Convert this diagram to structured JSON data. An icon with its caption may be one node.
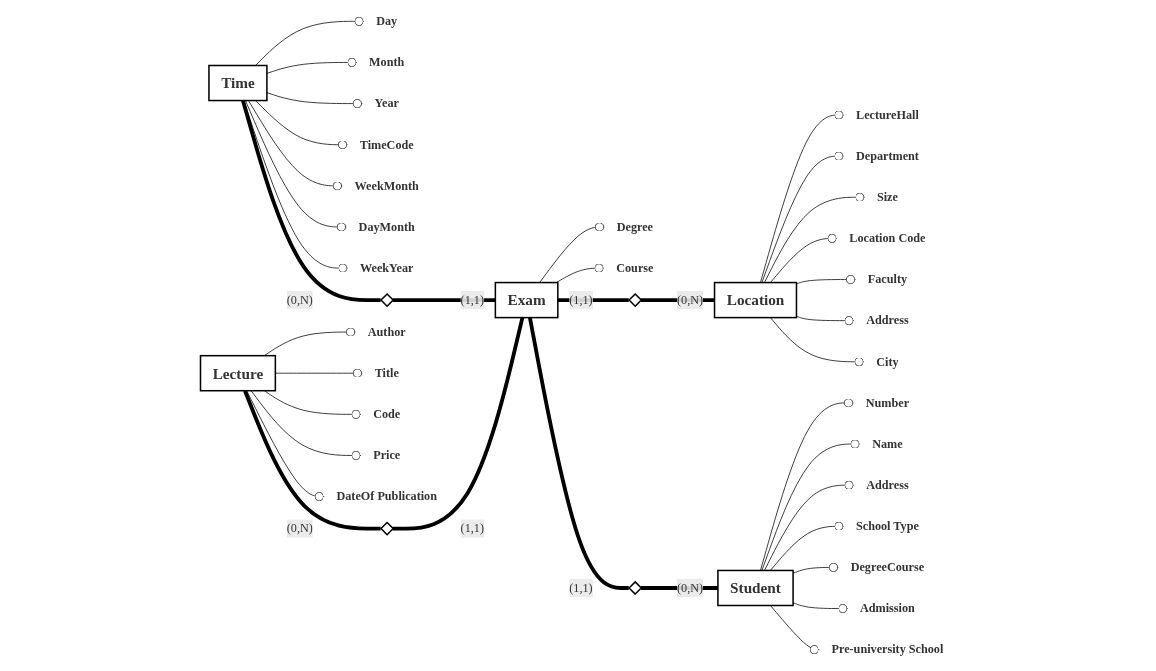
{
  "diagram": {
    "nodes": [
      {
        "text": [
          "Time"
        ]
      },
      {
        "text": [
          "Day"
        ]
      },
      {
        "text": [
          "Month"
        ]
      },
      {
        "text": [
          "Year"
        ]
      },
      {
        "text": [
          "TimeCode"
        ]
      },
      {
        "text": [
          "WeekMonth"
        ]
      },
      {
        "text": [
          "DayMonth"
        ]
      },
      {
        "text": [
          "WeekYear"
        ]
      },
      {
        "text": [],
        "shape": "diamond"
      },
      {
        "text": [
          "Lecture"
        ]
      },
      {
        "text": [
          "Author"
        ]
      },
      {
        "text": [
          "Title"
        ]
      },
      {
        "text": [
          "Code"
        ]
      },
      {
        "text": [
          "Price"
        ]
      },
      {
        "text": [
          "DateOf Publication"
        ]
      },
      {
        "text": [],
        "shape": "diamond"
      },
      {
        "text": [
          "Exam"
        ]
      },
      {
        "text": [
          "Degree"
        ]
      },
      {
        "text": [
          "Course"
        ]
      },
      {
        "text": [],
        "shape": "diamond"
      },
      {
        "text": [
          "Location"
        ]
      },
      {
        "text": [
          "LectureHall"
        ]
      },
      {
        "text": [
          "Department"
        ]
      },
      {
        "text": [
          "Size"
        ]
      },
      {
        "text": [
          "Location Code"
        ]
      },
      {
        "text": [
          "Faculty"
        ]
      },
      {
        "text": [
          "Address"
        ]
      },
      {
        "text": [
          "City"
        ]
      },
      {
        "text": [],
        "shape": "diamond"
      },
      {
        "text": [
          "Student"
        ]
      },
      {
        "text": [
          "Number"
        ]
      },
      {
        "text": [
          "Name"
        ]
      },
      {
        "text": [
          "Address"
        ]
      },
      {
        "text": [
          "School Type"
        ]
      },
      {
        "text": [
          "DegreeCourse"
        ]
      },
      {
        "text": [
          "Admission"
        ]
      },
      {
        "text": [
          "Pre-university School"
        ]
      }
    ],
    "edges": [
      {
        "from": 0,
        "to": 1,
        "arrow": "other"
      },
      {
        "from": 0,
        "to": 2,
        "arrow": "other"
      },
      {
        "from": 0,
        "to": 3,
        "arrow": "other"
      },
      {
        "from": 0,
        "to": 4,
        "arrow": "other"
      },
      {
        "from": 0,
        "to": 5,
        "arrow": "other"
      },
      {
        "from": 0,
        "to": 6,
        "arrow": "other"
      },
      {
        "from": 0,
        "to": 7,
        "arrow": "other"
      },
      {
        "from": 0,
        "to": 8,
        "arrow": "none",
        "label": "(0,N)",
        "style": "thick"
      },
      {
        "from": 8,
        "to": 16,
        "arrow": "none",
        "label": "(1,1)",
        "style": "thick"
      },
      {
        "from": 9,
        "to": 10,
        "arrow": "other"
      },
      {
        "from": 9,
        "to": 11,
        "arrow": "other"
      },
      {
        "from": 9,
        "to": 12,
        "arrow": "other"
      },
      {
        "from": 9,
        "to": 13,
        "arrow": "other"
      },
      {
        "from": 9,
        "to": 14,
        "arrow": "other"
      },
      {
        "from": 9,
        "to": 15,
        "arrow": "none",
        "label": "(0,N)",
        "style": "thick"
      },
      {
        "from": 15,
        "to": 16,
        "arrow": "none",
        "label": "(1,1)",
        "style": "thick"
      },
      {
        "from": 16,
        "to": 17,
        "arrow": "other"
      },
      {
        "from": 16,
        "to": 18,
        "arrow": "other"
      },
      {
        "from": 16,
        "to": 19,
        "arrow": "none",
        "label": "(1,1)",
        "style": "thick"
      },
      {
        "from": 19,
        "to": 20,
        "arrow": "none",
        "label": "(0,N)",
        "style": "thick"
      },
      {
        "from": 20,
        "to": 21,
        "arrow": "other"
      },
      {
        "from": 20,
        "to": 22,
        "arrow": "other"
      },
      {
        "from": 20,
        "to": 23,
        "arrow": "other"
      },
      {
        "from": 20,
        "to": 24,
        "arrow": "other"
      },
      {
        "from": 20,
        "to": 25,
        "arrow": "other"
      },
      {
        "from": 20,
        "to": 26,
        "arrow": "other"
      },
      {
        "from": 20,
        "to": 27,
        "arrow": "other"
      },
      {
        "from": 16,
        "to": 28,
        "arrow": "none",
        "label": "(1,1)",
        "style": "thick"
      },
      {
        "from": 28,
        "to": 29,
        "arrow": "none",
        "label": "(0,N)",
        "style": "thick"
      },
      {
        "from": 29,
        "to": 30,
        "arrow": "other"
      },
      {
        "from": 29,
        "to": 31,
        "arrow": "other"
      },
      {
        "from": 29,
        "to": 32,
        "arrow": "other"
      },
      {
        "from": 29,
        "to": 33,
        "arrow": "other"
      },
      {
        "from": 29,
        "to": 34,
        "arrow": "other"
      },
      {
        "from": 29,
        "to": 35,
        "arrow": "other"
      },
      {
        "from": 29,
        "to": 36,
        "arrow": "other"
      }
    ]
  }
}
